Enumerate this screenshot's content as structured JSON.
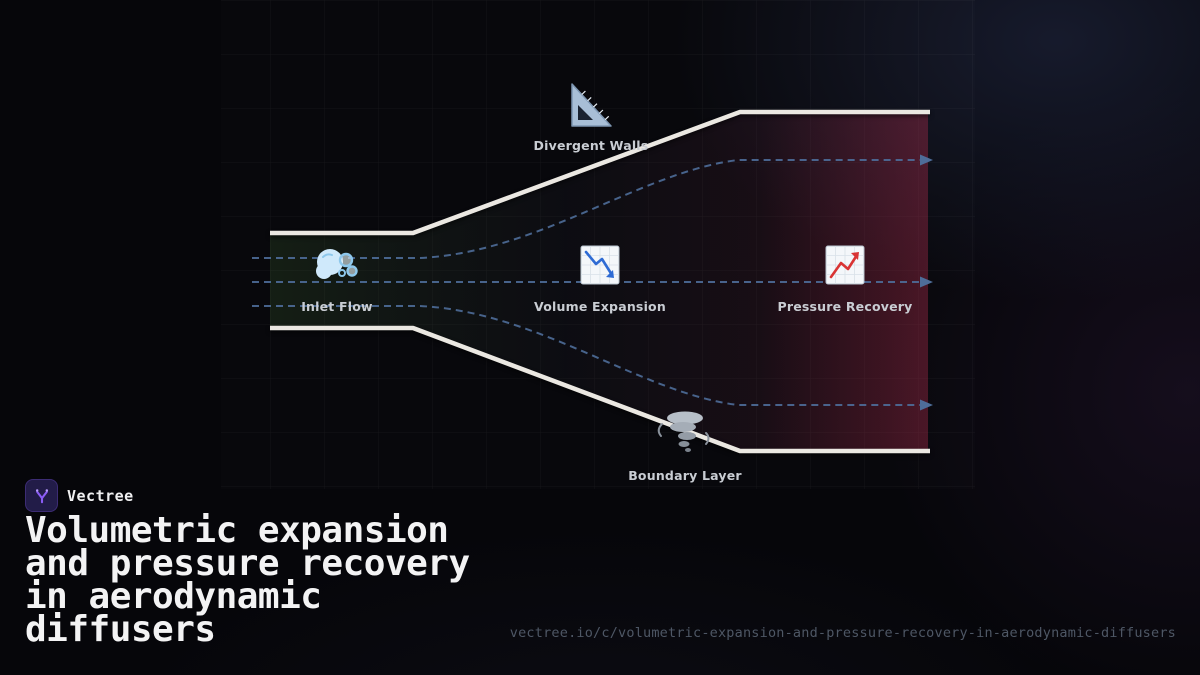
{
  "brand": {
    "name": "Vectree",
    "logo_icon": "vectree-logo"
  },
  "title": "Volumetric expansion and pressure recovery in aerodynamic diffusers",
  "footer": {
    "url": "vectree.io/c/volumetric-expansion-and-pressure-recovery-in-aerodynamic-diffusers"
  },
  "diagram": {
    "labels": {
      "divergent_walls": "Divergent Walls",
      "inlet_flow": "Inlet Flow",
      "volume_expansion": "Volume Expansion",
      "pressure_recovery": "Pressure Recovery",
      "boundary_layer": "Boundary Layer"
    },
    "icons": {
      "divergent_walls": "triangular-ruler-icon",
      "inlet_flow": "wind-blowing-icon",
      "volume_expansion": "chart-decreasing-icon",
      "pressure_recovery": "chart-increasing-icon",
      "boundary_layer": "tornado-icon"
    },
    "colors": {
      "wall": "#ebe8e2",
      "streamline": "#4e6d99",
      "label": "#c9cdd3",
      "brand_accent": "#8b5cf6",
      "chart_down_line": "#2e6bd4",
      "chart_up_line": "#d93434"
    }
  }
}
